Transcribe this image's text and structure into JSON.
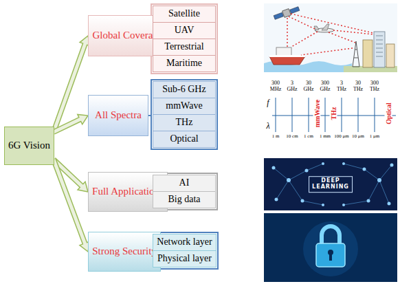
{
  "diagram": {
    "nodes": [
      {
        "text": [
          "6G Vision"
        ]
      },
      {
        "text": [
          "Global Coverage"
        ]
      },
      {
        "text": [
          "Satellite"
        ]
      },
      {
        "text": [
          "UAV"
        ]
      },
      {
        "text": [
          "Terrestrial"
        ]
      },
      {
        "text": [
          "Maritime"
        ]
      },
      {
        "text": [
          "All Spectra"
        ]
      },
      {
        "text": [
          "Sub-6 GHz"
        ]
      },
      {
        "text": [
          "mmWave"
        ]
      },
      {
        "text": [
          "THz"
        ]
      },
      {
        "text": [
          "Optical"
        ]
      },
      {
        "text": [
          "Full Applications"
        ]
      },
      {
        "text": [
          "AI"
        ]
      },
      {
        "text": [
          "Big data"
        ]
      },
      {
        "text": [
          "Strong Security"
        ]
      },
      {
        "text": [
          "Network layer"
        ]
      },
      {
        "text": [
          "Physical layer"
        ]
      }
    ],
    "edges": [
      {
        "from": 0,
        "to": 1,
        "arrow": "to"
      },
      {
        "from": 0,
        "to": 6,
        "arrow": "to"
      },
      {
        "from": 0,
        "to": 11,
        "arrow": "to"
      },
      {
        "from": 0,
        "to": 14,
        "arrow": "to"
      }
    ],
    "labels": [
      "f",
      "λ",
      "300 MHz",
      "3 GHz",
      "30 GHz",
      "300 GHz",
      "3 THz",
      "30 THz",
      "300 THz",
      "mmWave",
      "THz",
      "Optical",
      "1 m",
      "10 cm",
      "1 cm",
      "1 mm",
      "100 μm",
      "10 μm",
      "1 μm",
      "DEEP LEARNING"
    ]
  }
}
